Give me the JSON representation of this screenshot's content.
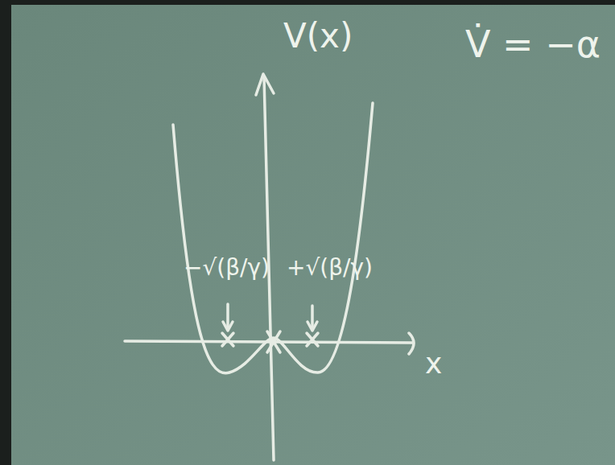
{
  "diagram": {
    "labels": [
      "V(x)",
      "V̇ = −α",
      "−√(β/γ)",
      "+√(β/γ)",
      "x"
    ]
  }
}
